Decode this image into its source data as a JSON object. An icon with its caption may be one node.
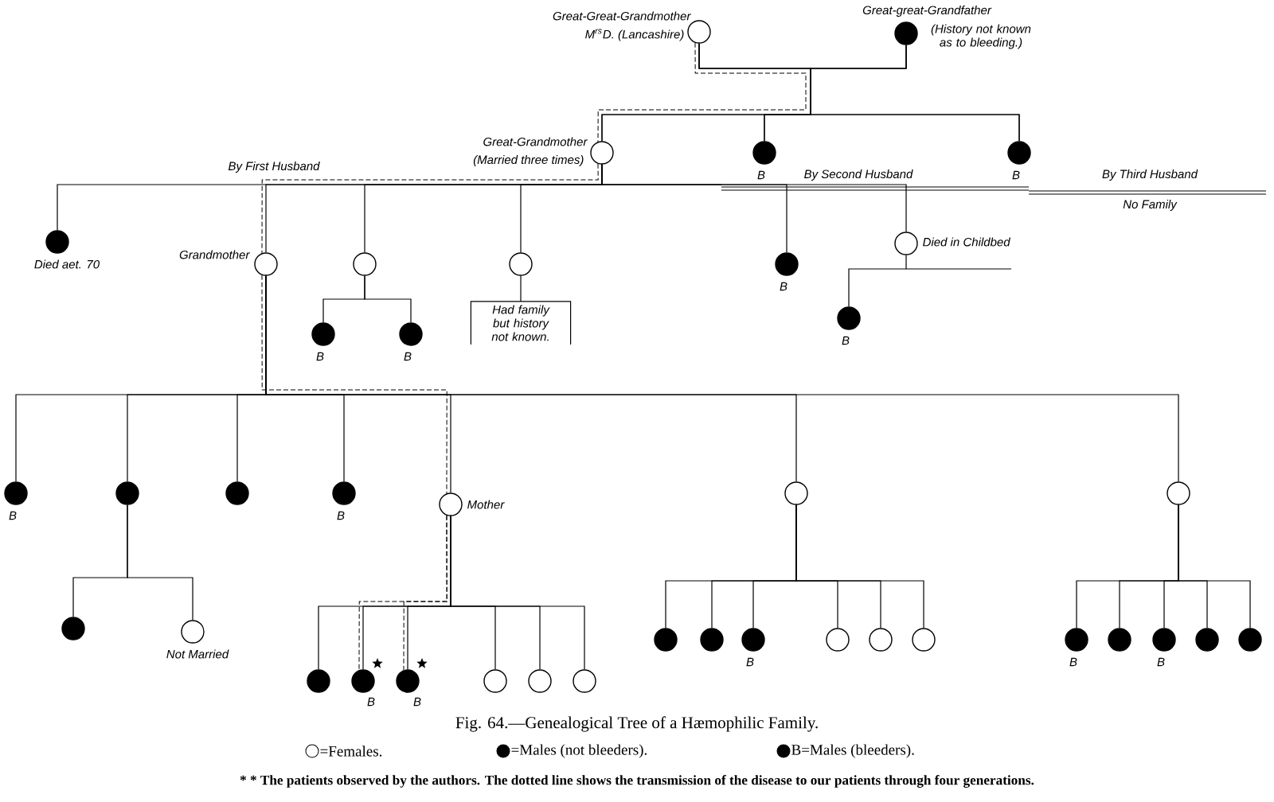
{
  "diagram": {
    "caption": "Fig. 64.—Genealogical Tree of a Hæmophilic Family.",
    "nodes": [
      {
        "text": [],
        "shape": "circle",
        "beside": [
          "Great-Great-Grandmother",
          "M$^{rs}$D. (Lancashire)"
        ]
      },
      {
        "text": [],
        "shape": "dot",
        "beside": [
          "Great-great-Grandfather",
          "(History not known as to bleeding.)"
        ]
      },
      {
        "text": [],
        "shape": "circle",
        "beside": [
          "Great-Grandmother",
          "(Married three times)"
        ]
      },
      {
        "text": [],
        "shape": "dot",
        "beside": [
          "B"
        ]
      },
      {
        "text": [],
        "shape": "dot",
        "beside": [
          "B"
        ]
      },
      {
        "text": [],
        "shape": "dot",
        "beside": [
          "Died aet. 70"
        ]
      },
      {
        "text": [],
        "shape": "circle",
        "beside": [
          "Grandmother"
        ]
      },
      {
        "text": [],
        "shape": "circle"
      },
      {
        "text": [],
        "shape": "circle"
      },
      {
        "text": [
          "Had family but history not known."
        ]
      },
      {
        "text": [],
        "shape": "dot",
        "beside": [
          "B"
        ]
      },
      {
        "text": [],
        "shape": "dot",
        "beside": [
          "B"
        ]
      },
      {
        "text": [],
        "shape": "dot",
        "beside": [
          "B"
        ]
      },
      {
        "text": [],
        "shape": "circle",
        "beside": [
          "Died in Childbed"
        ]
      },
      {
        "text": [],
        "shape": "dot",
        "beside": [
          "B"
        ]
      },
      {
        "text": [],
        "shape": "dot",
        "beside": [
          "B"
        ]
      },
      {
        "text": [],
        "shape": "dot"
      },
      {
        "text": [],
        "shape": "dot"
      },
      {
        "text": [],
        "shape": "circle",
        "beside": [
          "Not Married"
        ]
      },
      {
        "text": [],
        "shape": "dot"
      },
      {
        "text": [],
        "shape": "dot",
        "beside": [
          "B"
        ]
      },
      {
        "text": [],
        "shape": "circle",
        "beside": [
          "Mother"
        ]
      },
      {
        "text": [],
        "shape": "dot"
      },
      {
        "text": [],
        "shape": "dot",
        "beside": [
          "B"
        ]
      },
      {
        "text": [],
        "shape": "dot",
        "beside": [
          "B"
        ]
      },
      {
        "text": [],
        "shape": "circle"
      },
      {
        "text": [],
        "shape": "circle"
      },
      {
        "text": [],
        "shape": "circle"
      },
      {
        "text": [],
        "shape": "circle"
      },
      {
        "text": [],
        "shape": "dot"
      },
      {
        "text": [],
        "shape": "dot"
      },
      {
        "text": [],
        "shape": "dot",
        "beside": [
          "B"
        ]
      },
      {
        "text": [],
        "shape": "circle"
      },
      {
        "text": [],
        "shape": "circle"
      },
      {
        "text": [],
        "shape": "circle"
      },
      {
        "text": [],
        "shape": "circle"
      },
      {
        "text": [],
        "shape": "dot",
        "beside": [
          "B"
        ]
      },
      {
        "text": [],
        "shape": "dot"
      },
      {
        "text": [],
        "shape": "dot",
        "beside": [
          "B"
        ]
      },
      {
        "text": [],
        "shape": "dot"
      },
      {
        "text": [],
        "shape": "dot"
      }
    ],
    "edges": [
      {
        "from": 0,
        "to": 2,
        "arrow": "none"
      },
      {
        "from": 0,
        "to": 3,
        "arrow": "none"
      },
      {
        "from": 0,
        "to": 4,
        "arrow": "none"
      },
      {
        "from": 1,
        "to": 2,
        "arrow": "none"
      },
      {
        "from": 1,
        "to": 3,
        "arrow": "none"
      },
      {
        "from": 1,
        "to": 4,
        "arrow": "none"
      },
      {
        "from": 2,
        "to": 5,
        "arrow": "none"
      },
      {
        "from": 2,
        "to": 6,
        "arrow": "none"
      },
      {
        "from": 2,
        "to": 7,
        "arrow": "none"
      },
      {
        "from": 2,
        "to": 8,
        "arrow": "none"
      },
      {
        "from": 8,
        "to": 9,
        "arrow": "none"
      },
      {
        "from": 7,
        "to": 10,
        "arrow": "none"
      },
      {
        "from": 7,
        "to": 11,
        "arrow": "none"
      },
      {
        "from": 2,
        "to": 12,
        "arrow": "none"
      },
      {
        "from": 2,
        "to": 13,
        "arrow": "none"
      },
      {
        "from": 13,
        "to": 14,
        "arrow": "none"
      },
      {
        "from": 6,
        "to": 15,
        "arrow": "none"
      },
      {
        "from": 6,
        "to": 16,
        "arrow": "none"
      },
      {
        "from": 16,
        "to": 17,
        "arrow": "none"
      },
      {
        "from": 16,
        "to": 18,
        "arrow": "none"
      },
      {
        "from": 6,
        "to": 19,
        "arrow": "none"
      },
      {
        "from": 6,
        "to": 20,
        "arrow": "none"
      },
      {
        "from": 6,
        "to": 21,
        "arrow": "none"
      },
      {
        "from": 21,
        "to": 22,
        "arrow": "none"
      },
      {
        "from": 21,
        "to": 23,
        "arrow": "none"
      },
      {
        "from": 21,
        "to": 24,
        "arrow": "none"
      },
      {
        "from": 21,
        "to": 25,
        "arrow": "none"
      },
      {
        "from": 21,
        "to": 26,
        "arrow": "none"
      },
      {
        "from": 21,
        "to": 27,
        "arrow": "none"
      },
      {
        "from": 6,
        "to": 28,
        "arrow": "none"
      },
      {
        "from": 28,
        "to": 29,
        "arrow": "none"
      },
      {
        "from": 28,
        "to": 30,
        "arrow": "none"
      },
      {
        "from": 28,
        "to": 31,
        "arrow": "none"
      },
      {
        "from": 28,
        "to": 32,
        "arrow": "none"
      },
      {
        "from": 28,
        "to": 33,
        "arrow": "none"
      },
      {
        "from": 28,
        "to": 34,
        "arrow": "none"
      },
      {
        "from": 6,
        "to": 35,
        "arrow": "none"
      },
      {
        "from": 35,
        "to": 36,
        "arrow": "none"
      },
      {
        "from": 35,
        "to": 37,
        "arrow": "none"
      },
      {
        "from": 35,
        "to": 38,
        "arrow": "none"
      },
      {
        "from": 35,
        "to": 39,
        "arrow": "none"
      },
      {
        "from": 35,
        "to": 40,
        "arrow": "none"
      },
      {
        "from": 0,
        "to": 2,
        "arrow": "none",
        "style": "dashed"
      },
      {
        "from": 2,
        "to": 6,
        "arrow": "none",
        "style": "dashed"
      },
      {
        "from": 6,
        "to": 21,
        "arrow": "none",
        "style": "dashed"
      },
      {
        "from": 21,
        "to": 23,
        "arrow": "none",
        "style": "dashed"
      },
      {
        "from": 21,
        "to": 24,
        "arrow": "none",
        "style": "dashed"
      }
    ],
    "labels": [
      "By First Husband",
      "By Second Husband",
      "By Third Husband",
      "No Family",
      "* * The patients observed by the authors.  The dotted line shows the transmission of the disease to our patients through four generations."
    ],
    "legend": [
      {
        "text": "=Females."
      },
      {
        "text": "=Males (not bleeders)."
      },
      {
        "text": "B=Males (bleeders)."
      }
    ]
  }
}
